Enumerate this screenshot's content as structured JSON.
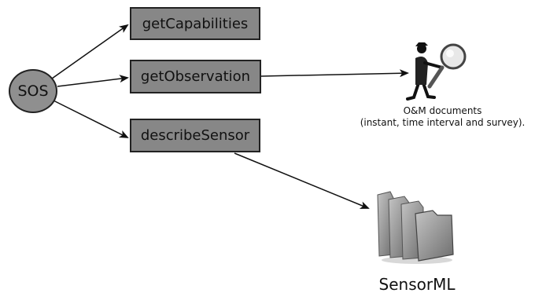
{
  "colors": {
    "node_fill": "#8f8f8f",
    "box_fill": "#878787",
    "line": "#111111",
    "folder_fill": "#9a9a9a"
  },
  "diagram": {
    "service_node": {
      "label": "SOS"
    },
    "operations": [
      {
        "label": "getCapabilities"
      },
      {
        "label": "getObservation"
      },
      {
        "label": "describeSensor"
      }
    ],
    "om_output": {
      "icon": "magnifier-inspector-icon",
      "caption_line1": "O&M documents",
      "caption_line2": "(instant, time interval and survey)."
    },
    "sensorml_output": {
      "icon": "folders-stack-icon",
      "label": "SensorML"
    }
  }
}
